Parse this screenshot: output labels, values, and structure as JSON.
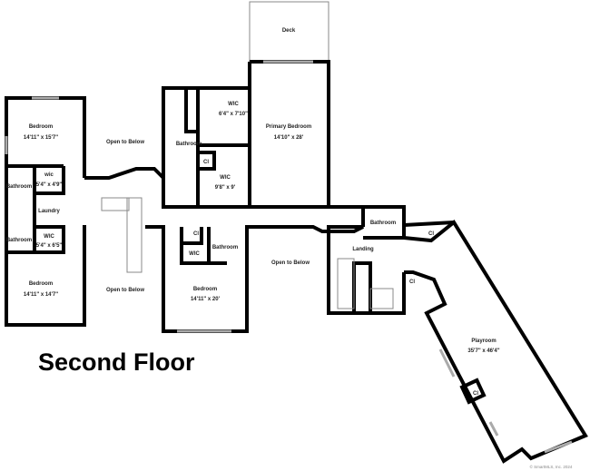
{
  "title": "Second Floor",
  "copyright": "© SmartMLS, Inc. 2024",
  "rooms": {
    "deck": {
      "name": "Deck"
    },
    "primary_bedroom": {
      "name": "Primary Bedroom",
      "size": "14'10\" x 28'"
    },
    "primary_wic_1": {
      "name": "WIC",
      "size": "6'4\" x 7'10\""
    },
    "primary_bathroom": {
      "name": "Bathroom"
    },
    "primary_closet": {
      "name": "Cl"
    },
    "primary_wic_2": {
      "name": "WIC",
      "size": "9'8\" x 9'"
    },
    "bedroom_nw": {
      "name": "Bedroom",
      "size": "14'11\" x 15'7\""
    },
    "bathroom_nw": {
      "name": "Bathroom"
    },
    "wic_nw": {
      "name": "wic",
      "size": "5'4\" x 4'9\""
    },
    "laundry": {
      "name": "Laundry"
    },
    "bathroom_sw": {
      "name": "Bathroom"
    },
    "wic_sw": {
      "name": "WIC",
      "size": "5'4\" x 6'5\""
    },
    "bedroom_sw": {
      "name": "Bedroom",
      "size": "14'11\" x 14'7\""
    },
    "open_below_1": {
      "name": "Open to Below"
    },
    "open_below_2": {
      "name": "Open to Below"
    },
    "open_below_3": {
      "name": "Open to Below"
    },
    "bedroom_center": {
      "name": "Bedroom",
      "size": "14'11\" x 20'"
    },
    "closet_center": {
      "name": "Cl"
    },
    "wic_center": {
      "name": "WIC"
    },
    "bathroom_center": {
      "name": "Bathroom"
    },
    "bathroom_landing": {
      "name": "Bathroom"
    },
    "closet_landing_1": {
      "name": "Cl"
    },
    "landing": {
      "name": "Landing"
    },
    "closet_landing_2": {
      "name": "Cl"
    },
    "playroom": {
      "name": "Playroom",
      "size": "35'7\" x 46'4\""
    },
    "closet_playroom": {
      "name": "Cl"
    }
  }
}
